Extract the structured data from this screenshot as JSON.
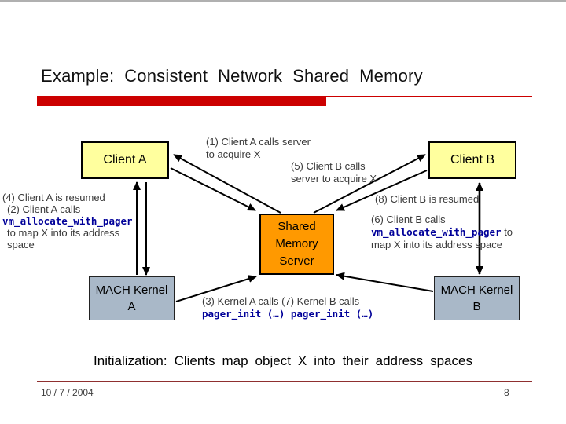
{
  "slide": {
    "title": "Example: Consistent Network Shared Memory",
    "caption": "Initialization: Clients map object X into their address spaces",
    "footer_date": "10 / 7 / 2004",
    "footer_page": "8"
  },
  "boxes": {
    "client_a": "Client A",
    "client_b": "Client B",
    "server": "Shared Memory Server",
    "kernel_a_line1": "MACH Kernel",
    "kernel_a_line2": "A",
    "kernel_b_line1": "MACH Kernel",
    "kernel_b_line2": "B"
  },
  "notes": {
    "n1_l1": "(1) Client A calls server",
    "n1_l2": "to acquire X",
    "n5_l1": "(5) Client B calls",
    "n5_l2": "server to acquire X",
    "n4": "(4) Client A is resumed",
    "n2_l1": "(2) Client A calls",
    "n2_code": "vm_allocate_with_pager",
    "n2_l3": "to map X into its address",
    "n2_l4": "space",
    "n8": "(8) Client B is resumed",
    "n6_l1": "(6) Client B calls",
    "n6_code": "vm_allocate_with_pager",
    "n6_suffix": " to",
    "n6_l3": "map X into its address space",
    "n37_l1": "(3) Kernel A calls (7) Kernel B calls",
    "n37_code": "pager_init (…) pager_init (…)"
  },
  "colors": {
    "client_fill": "#ffff9e",
    "server_fill": "#ff9900",
    "kernel_fill": "#a9b8c8",
    "accent_red": "#cc0000",
    "separator_maroon": "#8f2f2f",
    "code_blue": "#000099"
  }
}
